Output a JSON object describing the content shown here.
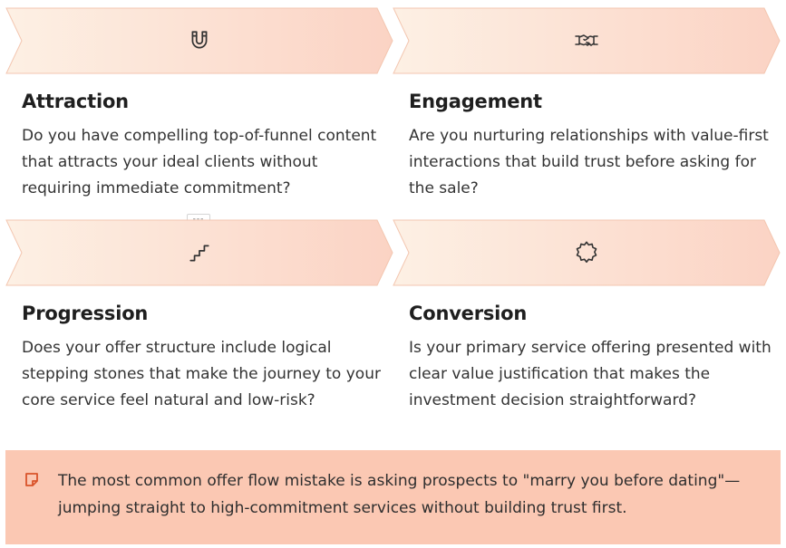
{
  "stages": [
    {
      "icon": "magnet-icon",
      "title": "Attraction",
      "description": "Do you have compelling top-of-funnel content that attracts your ideal clients without requiring immediate commitment?"
    },
    {
      "icon": "handshake-icon",
      "title": "Engagement",
      "description": "Are you nurturing relationships with value-first interactions that build trust before asking for the sale?"
    },
    {
      "icon": "stairs-icon",
      "title": "Progression",
      "description": "Does your offer structure include logical stepping stones that make the journey to your core service feel natural and low-risk?"
    },
    {
      "icon": "badge-icon",
      "title": "Conversion",
      "description": "Is your primary service offering presented with clear value justification that makes the investment decision straightforward?"
    }
  ],
  "handle": "---",
  "note": {
    "icon": "sticky-note-icon",
    "text": "The most common offer flow mistake is asking prospects to \"marry you before dating\"—jumping straight to high-commitment services without building trust first."
  },
  "colors": {
    "chevron_fill_start": "#fdf0e4",
    "chevron_fill_end": "#fbd3c4",
    "chevron_stroke": "#f3c6b0",
    "note_bg": "#fbc8b3",
    "accent": "#d9532a"
  }
}
